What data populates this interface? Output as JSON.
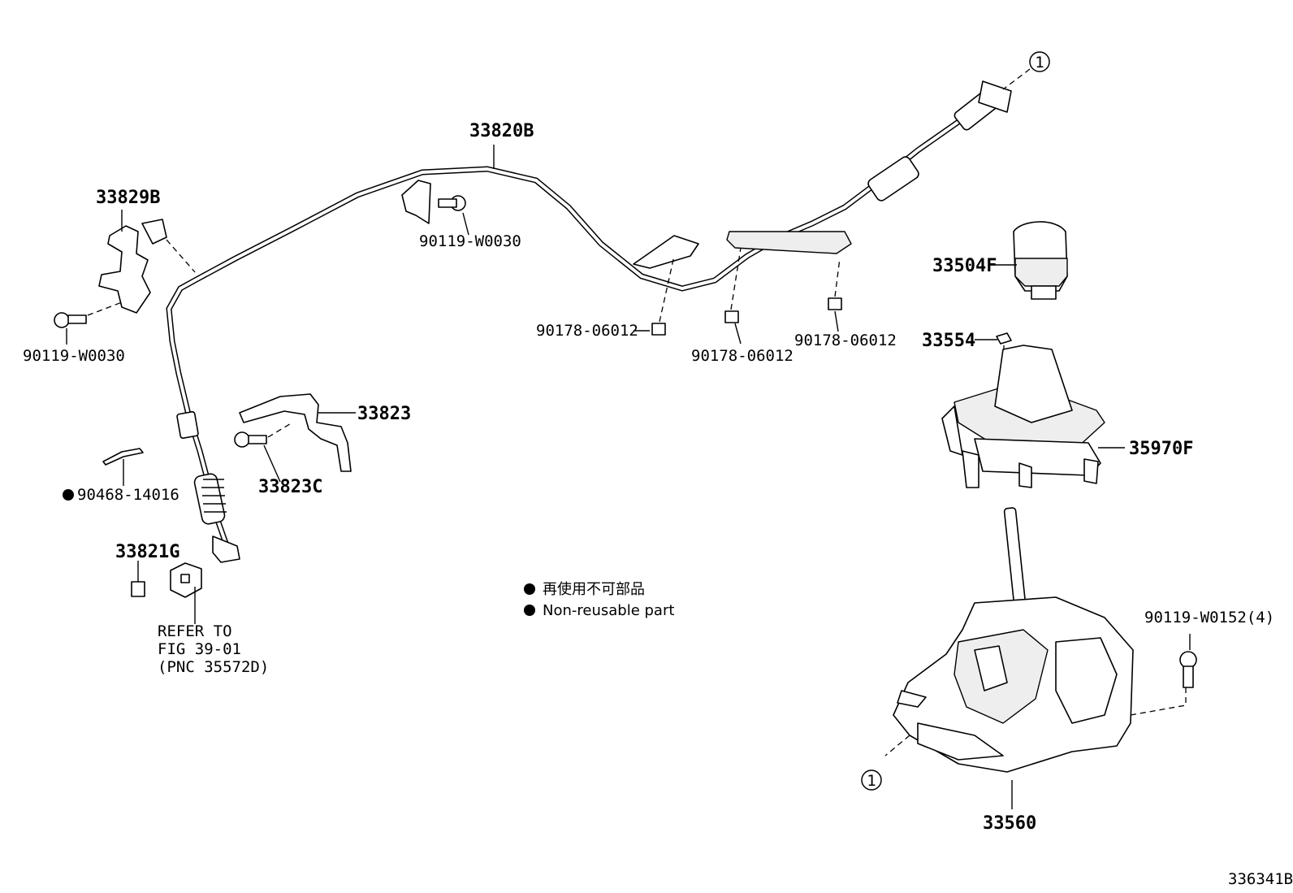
{
  "labels": {
    "p33820B": "33820B",
    "p33829B": "33829B",
    "p90119_left": "90119-W0030",
    "p90119_mid": "90119-W0030",
    "p33504F": "33504F",
    "p33554": "33554",
    "p35970F": "35970F",
    "p90178_a": "90178-06012",
    "p90178_b": "90178-06012",
    "p90178_c": "90178-06012",
    "p33823": "33823",
    "p33823C": "33823C",
    "p90468": "90468-14016",
    "p33821G": "33821G",
    "p90119_w0152": "90119-W0152(4)",
    "p33560": "33560",
    "refer_1": "REFER TO",
    "refer_2": "FIG 39-01",
    "refer_3": "(PNC 35572D)",
    "circle_top": "1",
    "circle_bottom": "1",
    "figure_no": "336341B"
  },
  "legend": {
    "jp": "再使用不可部品",
    "en": "Non-reusable part"
  }
}
